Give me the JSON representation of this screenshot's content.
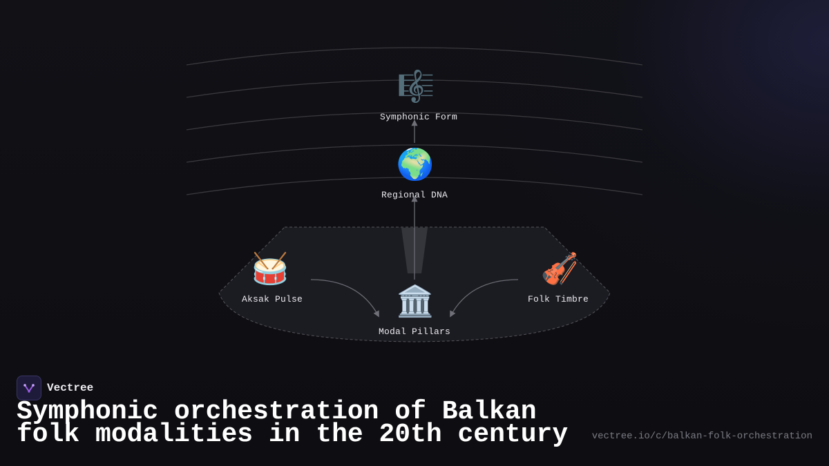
{
  "brand": {
    "name": "Vectree",
    "logo_icon": "vectree-logo-icon",
    "accent": "#9b5de5"
  },
  "title": "Symphonic orchestration of Balkan folk modalities in the 20th century",
  "url": "vectree.io/c/balkan-folk-orchestration",
  "nodes": {
    "symphonic_form": {
      "label": "Symphonic Form",
      "icon": "🎼",
      "icon_name": "musical-score-icon"
    },
    "regional_dna": {
      "label": "Regional DNA",
      "icon": "🌍",
      "icon_name": "globe-icon"
    },
    "aksak_pulse": {
      "label": "Aksak Pulse",
      "icon": "🥁",
      "icon_name": "drum-icon"
    },
    "modal_pillars": {
      "label": "Modal Pillars",
      "icon": "🏛️",
      "icon_name": "classical-building-icon"
    },
    "folk_timbre": {
      "label": "Folk Timbre",
      "icon": "🎻",
      "icon_name": "violin-icon"
    }
  },
  "edges": [
    {
      "from": "regional_dna",
      "to": "symphonic_form"
    },
    {
      "from": "modal_pillars",
      "to": "regional_dna"
    },
    {
      "from": "aksak_pulse",
      "to": "modal_pillars"
    },
    {
      "from": "folk_timbre",
      "to": "modal_pillars"
    }
  ],
  "colors": {
    "background": "#0f0f14",
    "platform_fill": "#1b1b22",
    "edge": "#6a6a72",
    "arc": "#3a3a3e"
  }
}
